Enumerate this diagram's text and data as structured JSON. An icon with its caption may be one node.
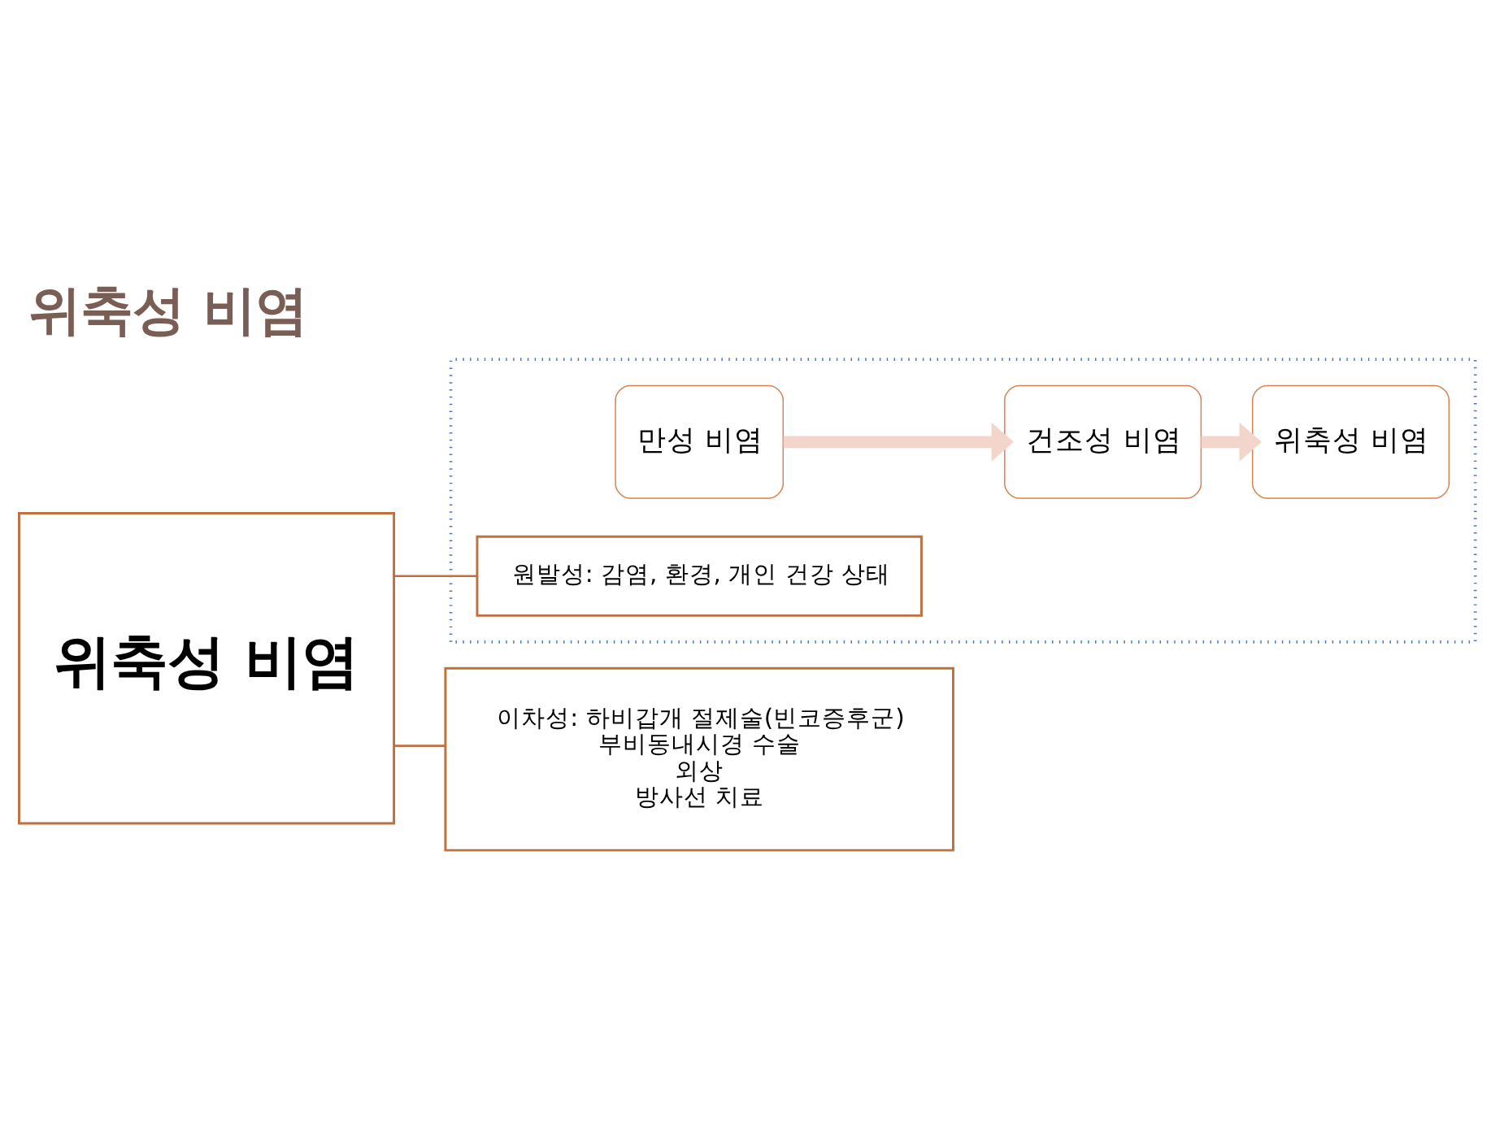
{
  "diagram": {
    "title": "위축성 비염",
    "nodes": [
      {
        "text": [],
        "shape": "box"
      },
      {
        "text": [
          "만성 비염"
        ],
        "in": 0
      },
      {
        "text": [
          "건조성 비염"
        ],
        "in": 0
      },
      {
        "text": [
          "위축성 비염"
        ],
        "in": 0
      },
      {
        "text": [
          "원발성: 감염, 환경, 개인 건강 상태"
        ],
        "in": 0
      },
      {
        "text": [
          "위축성 비염"
        ]
      },
      {
        "text": [
          "이차성: 하비갑개 절제술(빈코증후군)",
          "부비동내시경 수술",
          "외상",
          "방사선 치료"
        ]
      }
    ],
    "edges": [
      {
        "from": 1,
        "to": 2,
        "arrow": "to",
        "style": "thick",
        "color": "#f4d5cb"
      },
      {
        "from": 2,
        "to": 3,
        "arrow": "to",
        "style": "thick",
        "color": "#f4d5cb"
      },
      {
        "from": 5,
        "to": 4,
        "arrow": "none",
        "color": "#c0703f"
      },
      {
        "from": 5,
        "to": 6,
        "arrow": "none",
        "color": "#c0703f"
      }
    ]
  }
}
